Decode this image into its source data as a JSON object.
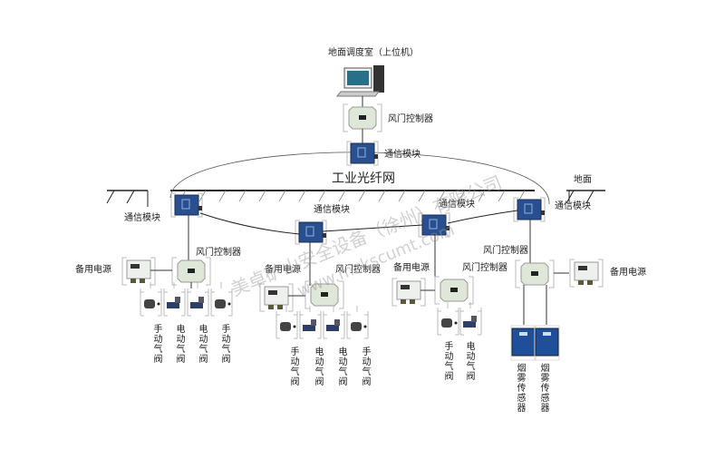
{
  "title": "地面调度室（上位机）",
  "network_label": "工业光纤网",
  "ground_label": "地面",
  "top": {
    "controller": "风门控制器",
    "comm": "通信模块"
  },
  "comm_modules": [
    "通信模块",
    "通信模块",
    "通信模块",
    "通信模块"
  ],
  "groups": [
    {
      "controller": "风门控制器",
      "backup": "备用电源",
      "valves": [
        "手动气阀",
        "电动气阀",
        "电动气阀",
        "手动气阀"
      ]
    },
    {
      "controller": "风门控制器",
      "backup": "备用电源",
      "valves": [
        "手动气阀",
        "电动气阀",
        "电动气阀",
        "手动气阀"
      ]
    },
    {
      "controller": "风门控制器",
      "backup": "备用电源",
      "valves": [
        "手动气阀",
        "电动气阀"
      ]
    },
    {
      "controller": "风门控制器",
      "backup": "备用电源",
      "sensors": [
        "烟雾传感器",
        "烟雾传感器"
      ]
    }
  ],
  "watermark": {
    "company": "美卓矿山安全设备（徐州）有限公司",
    "url": "www.mzkscumt.com"
  },
  "colors": {
    "comm_module": "#2a4f8f",
    "controller": "#dfe8d8",
    "line": "#333333",
    "bracket": "#bbbbbb",
    "sensor": "#1f4e9a"
  }
}
